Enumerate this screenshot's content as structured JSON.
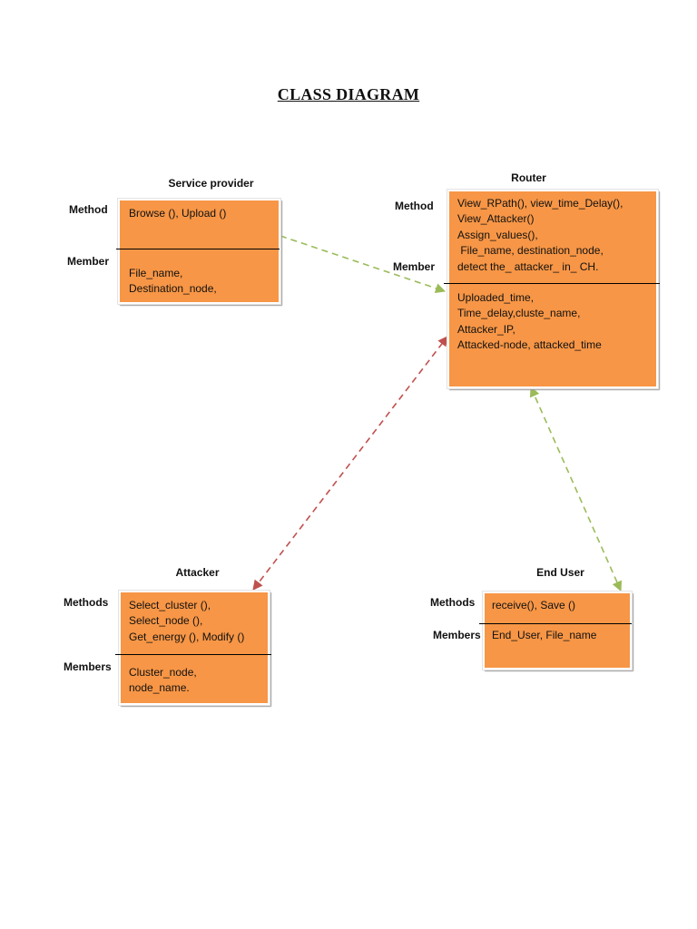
{
  "title": "CLASS DIAGRAM",
  "classes": {
    "service_provider": {
      "name": "Service provider",
      "method_label": "Method",
      "member_label": "Member",
      "methods": [
        "Browse (), Upload ()"
      ],
      "members": [
        "File_name,",
        "Destination_node,"
      ]
    },
    "router": {
      "name": "Router",
      "method_label": "Method",
      "member_label": "Member",
      "methods": [
        "View_RPath(), view_time_Delay(),",
        "View_Attacker()",
        "Assign_values(),",
        " File_name, destination_node,",
        "detect the_ attacker_ in_ CH."
      ],
      "members": [
        "Uploaded_time,",
        "Time_delay,cluste_name,",
        "Attacker_IP,",
        "Attacked-node, attacked_time"
      ]
    },
    "attacker": {
      "name": "Attacker",
      "method_label": "Methods",
      "member_label": "Members",
      "methods": [
        "Select_cluster (),",
        "Select_node (),",
        "Get_energy (), Modify ()"
      ],
      "members": [
        "Cluster_node,",
        "node_name."
      ]
    },
    "end_user": {
      "name": "End User",
      "method_label": "Methods",
      "member_label": "Members",
      "methods": [
        "receive(), Save ()"
      ],
      "members": [
        "End_User, File_name"
      ]
    }
  },
  "connectors": [
    {
      "from": "service_provider",
      "to": "router",
      "color": "#9bbb59",
      "style": "dashed",
      "arrows": "end"
    },
    {
      "from": "attacker",
      "to": "router",
      "color": "#c0504d",
      "style": "dashed",
      "arrows": "both"
    },
    {
      "from": "router",
      "to": "end_user",
      "color": "#9bbb59",
      "style": "dashed",
      "arrows": "both"
    }
  ]
}
